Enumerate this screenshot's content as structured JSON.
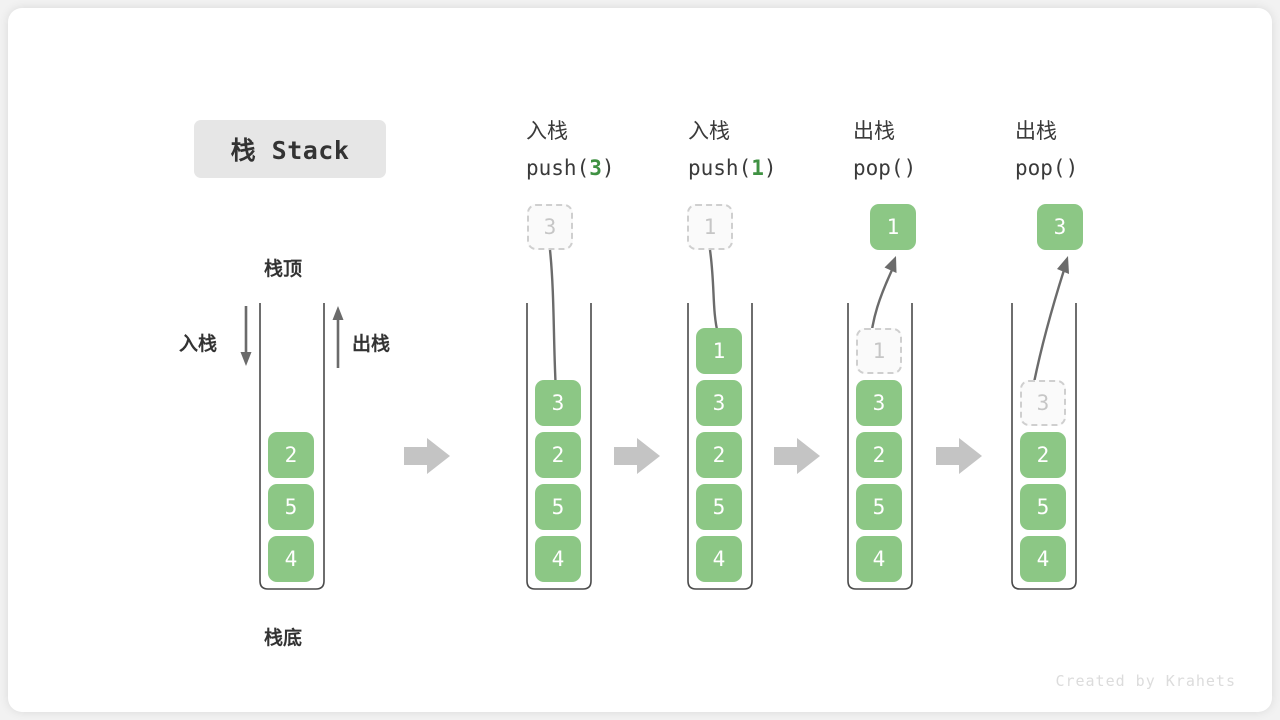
{
  "title": {
    "text": "栈 Stack"
  },
  "labels": {
    "top": "栈顶",
    "bottom": "栈底",
    "push": "入栈",
    "pop": "出栈"
  },
  "footer": {
    "credit": "Created by Krahets"
  },
  "colors": {
    "element_green": "#8cc785",
    "accent_green": "#3f9142",
    "ghost_gray": "#c6c6c6",
    "arrow_gray": "#6b6b6b",
    "step_arrow_gray": "#c4c4c4",
    "card_white": "#ffffff",
    "chip_gray": "#e6e6e6"
  },
  "steps": [
    {
      "id": "initial",
      "header_cn": "",
      "header_code": "",
      "stack": [
        {
          "value": "2",
          "state": "filled"
        },
        {
          "value": "5",
          "state": "filled"
        },
        {
          "value": "4",
          "state": "filled"
        }
      ]
    },
    {
      "id": "push-3",
      "header_cn": "入栈",
      "header_code_prefix": "push(",
      "header_code_arg": "3",
      "header_code_suffix": ")",
      "floating": {
        "value": "3",
        "state": "ghost",
        "position": "above"
      },
      "stack": [
        {
          "value": "3",
          "state": "filled"
        },
        {
          "value": "2",
          "state": "filled"
        },
        {
          "value": "5",
          "state": "filled"
        },
        {
          "value": "4",
          "state": "filled"
        }
      ]
    },
    {
      "id": "push-1",
      "header_cn": "入栈",
      "header_code_prefix": "push(",
      "header_code_arg": "1",
      "header_code_suffix": ")",
      "floating": {
        "value": "1",
        "state": "ghost",
        "position": "above"
      },
      "stack": [
        {
          "value": "1",
          "state": "filled"
        },
        {
          "value": "3",
          "state": "filled"
        },
        {
          "value": "2",
          "state": "filled"
        },
        {
          "value": "5",
          "state": "filled"
        },
        {
          "value": "4",
          "state": "filled"
        }
      ]
    },
    {
      "id": "pop-1",
      "header_cn": "出栈",
      "header_code_prefix": "pop(",
      "header_code_arg": "",
      "header_code_suffix": ")",
      "floating": {
        "value": "1",
        "state": "filled",
        "position": "above"
      },
      "stack": [
        {
          "value": "1",
          "state": "ghost"
        },
        {
          "value": "3",
          "state": "filled"
        },
        {
          "value": "2",
          "state": "filled"
        },
        {
          "value": "5",
          "state": "filled"
        },
        {
          "value": "4",
          "state": "filled"
        }
      ]
    },
    {
      "id": "pop-3",
      "header_cn": "出栈",
      "header_code_prefix": "pop(",
      "header_code_arg": "",
      "header_code_suffix": ")",
      "floating": {
        "value": "3",
        "state": "filled",
        "position": "above"
      },
      "stack": [
        {
          "value": "3",
          "state": "ghost"
        },
        {
          "value": "2",
          "state": "filled"
        },
        {
          "value": "5",
          "state": "filled"
        },
        {
          "value": "4",
          "state": "filled"
        }
      ]
    }
  ],
  "step_separators": 4
}
